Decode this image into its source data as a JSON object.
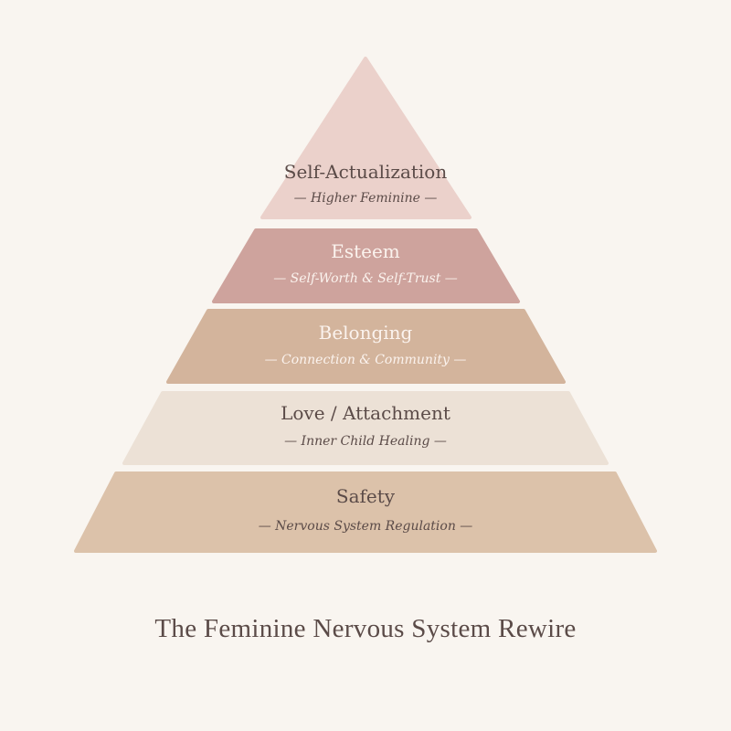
{
  "colors": {
    "background": "#f9f5f0",
    "tier_self_actualization": "#ebd1cb",
    "tier_esteem": "#cea39d",
    "tier_belonging": "#d3b49c",
    "tier_love": "#ece1d6",
    "tier_safety": "#dcc2aa",
    "dark_text": "#5b4b48",
    "light_text": "#fbf3ee"
  },
  "pyramid": {
    "tiers": [
      {
        "title": "Self-Actualization",
        "subtitle": "— Higher Feminine —"
      },
      {
        "title": "Esteem",
        "subtitle": "— Self-Worth & Self-Trust —"
      },
      {
        "title": "Belonging",
        "subtitle": "— Connection & Community —"
      },
      {
        "title": "Love / Attachment",
        "subtitle": "— Inner Child Healing —"
      },
      {
        "title": "Safety",
        "subtitle": "— Nervous System Regulation —"
      }
    ]
  },
  "caption": "The Feminine Nervous System Rewire"
}
